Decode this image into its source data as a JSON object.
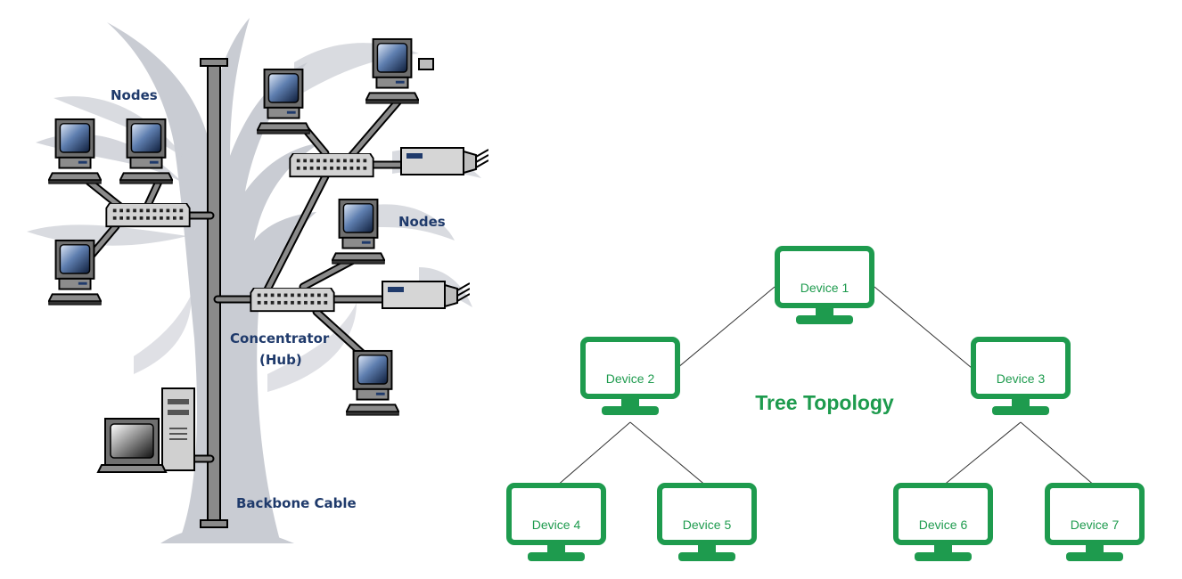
{
  "left_diagram": {
    "labels": {
      "nodes_top": "Nodes",
      "nodes_right": "Nodes",
      "concentrator_line1": "Concentrator",
      "concentrator_line2": "(Hub)",
      "backbone": "Backbone Cable"
    }
  },
  "right_diagram": {
    "title": "Tree Topology",
    "devices": [
      "Device 1",
      "Device 2",
      "Device 3",
      "Device 4",
      "Device 5",
      "Device 6",
      "Device 7"
    ],
    "edges": [
      [
        "Device 1",
        "Device 2"
      ],
      [
        "Device 1",
        "Device 3"
      ],
      [
        "Device 2",
        "Device 4"
      ],
      [
        "Device 2",
        "Device 5"
      ],
      [
        "Device 3",
        "Device 6"
      ],
      [
        "Device 3",
        "Device 7"
      ]
    ]
  },
  "colors": {
    "device_green": "#1e9b4e",
    "label_blue": "#1f3a6b",
    "tree_silhouette": "#c9ccd3",
    "cable_gray": "#8a8a8a"
  }
}
